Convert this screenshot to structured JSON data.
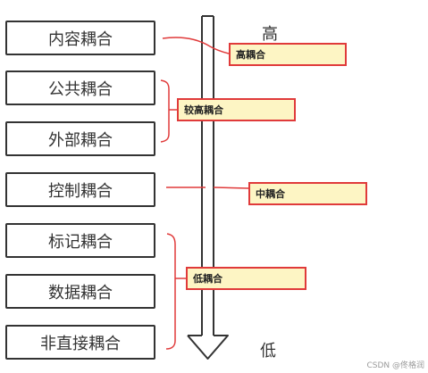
{
  "levels": {
    "high": "高",
    "low": "低"
  },
  "coupling_types": [
    "内容耦合",
    "公共耦合",
    "外部耦合",
    "控制耦合",
    "标记耦合",
    "数据耦合",
    "非直接耦合"
  ],
  "annotations": {
    "high": "高耦合",
    "higher": "较高耦合",
    "medium": "中耦合",
    "low": "低耦合"
  },
  "colors": {
    "annotation_border": "#e03a3a",
    "annotation_fill": "#fdf5c4",
    "box_border": "#333333",
    "arrow": "#333333"
  },
  "watermark": "CSDN @佟格润"
}
